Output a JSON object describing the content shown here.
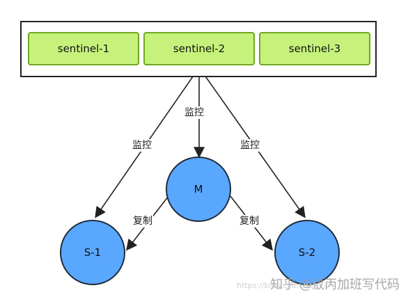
{
  "sentinels": [
    {
      "label": "sentinel-1"
    },
    {
      "label": "sentinel-2"
    },
    {
      "label": "sentinel-3"
    }
  ],
  "nodes": {
    "master": "M",
    "slave1": "S-1",
    "slave2": "S-2"
  },
  "edge_labels": {
    "monitor": "监控",
    "replicate": "复制"
  },
  "watermark": {
    "brand": "知乎 @敖丙加班写代码",
    "url": "https://blog.csdn.net/..."
  },
  "colors": {
    "sentinel_fill": "#c6f27b",
    "sentinel_border": "#6ea81f",
    "node_fill": "#5aa7ff",
    "node_border": "#1d2b3a"
  }
}
